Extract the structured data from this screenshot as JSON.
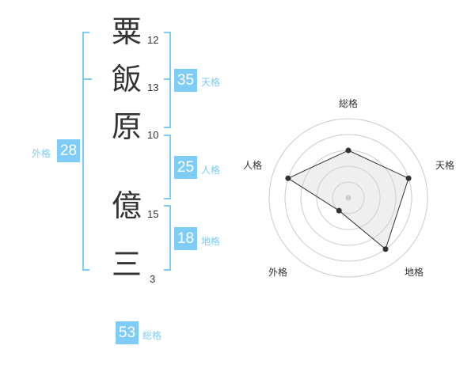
{
  "name": {
    "chars": [
      {
        "char": "粟",
        "strokes": "12"
      },
      {
        "char": "飯",
        "strokes": "13"
      },
      {
        "char": "原",
        "strokes": "10"
      },
      {
        "char": "億",
        "strokes": "15"
      },
      {
        "char": "三",
        "strokes": "3"
      }
    ]
  },
  "kaku": {
    "ten": {
      "value": "35",
      "label": "天格"
    },
    "jin": {
      "value": "25",
      "label": "人格"
    },
    "chi": {
      "value": "18",
      "label": "地格"
    },
    "gai": {
      "value": "28",
      "label": "外格"
    },
    "sou": {
      "value": "53",
      "label": "総格"
    }
  },
  "radar": {
    "max": 5,
    "axes": [
      "総格",
      "天格",
      "地格",
      "外格",
      "人格"
    ],
    "values": [
      3,
      4,
      4,
      1,
      4
    ]
  },
  "colors": {
    "accent": "#80ccf8"
  }
}
